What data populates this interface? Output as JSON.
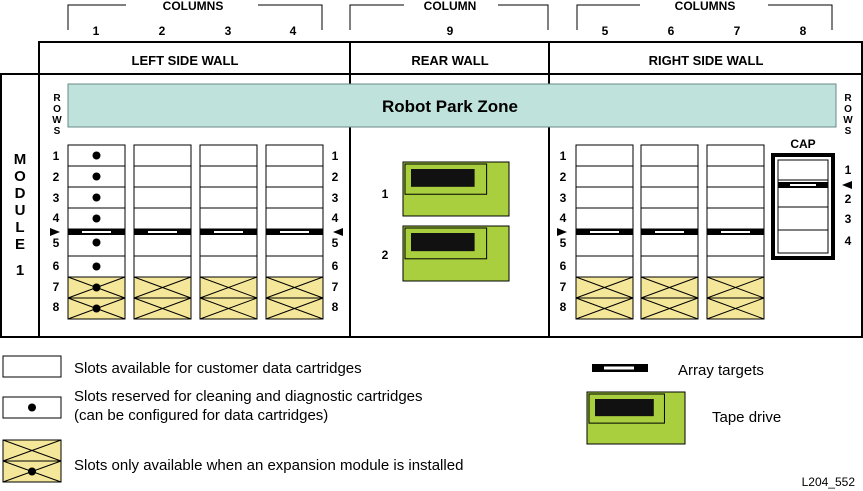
{
  "headers": {
    "left_group": "COLUMNS",
    "middle_group": "COLUMN",
    "right_group": "COLUMNS",
    "left_columns": [
      "1",
      "2",
      "3",
      "4"
    ],
    "middle_columns": [
      "9"
    ],
    "right_columns": [
      "5",
      "6",
      "7",
      "8"
    ]
  },
  "walls": {
    "left": "LEFT SIDE WALL",
    "rear": "REAR WALL",
    "right": "RIGHT SIDE WALL"
  },
  "module": {
    "letters": [
      "M",
      "O",
      "D",
      "U",
      "L",
      "E"
    ],
    "number": "1"
  },
  "rows_letters": [
    "R",
    "O",
    "W",
    "S"
  ],
  "robot_park": "Robot Park Zone",
  "row_numbers": [
    "1",
    "2",
    "3",
    "4",
    "5",
    "6",
    "7",
    "8"
  ],
  "drive_numbers": [
    "1",
    "2"
  ],
  "cap": {
    "label": "CAP",
    "numbers": [
      "1",
      "2",
      "3",
      "4"
    ]
  },
  "legend": {
    "customer_slots": "Slots available for customer data cartridges",
    "reserved_slots_line1": "Slots reserved for cleaning and diagnostic cartridges",
    "reserved_slots_line2": "(can be configured for data cartridges)",
    "expansion_slots": "Slots only available when an expansion module is installed",
    "array_targets": "Array targets",
    "tape_drive": "Tape drive"
  },
  "figure_id": "L204_552",
  "colors": {
    "robot_park": "#bfe3dc",
    "expansion_slot": "#f5e79a",
    "tape_drive": "#a9cf3e",
    "drive_window": "#111111"
  }
}
